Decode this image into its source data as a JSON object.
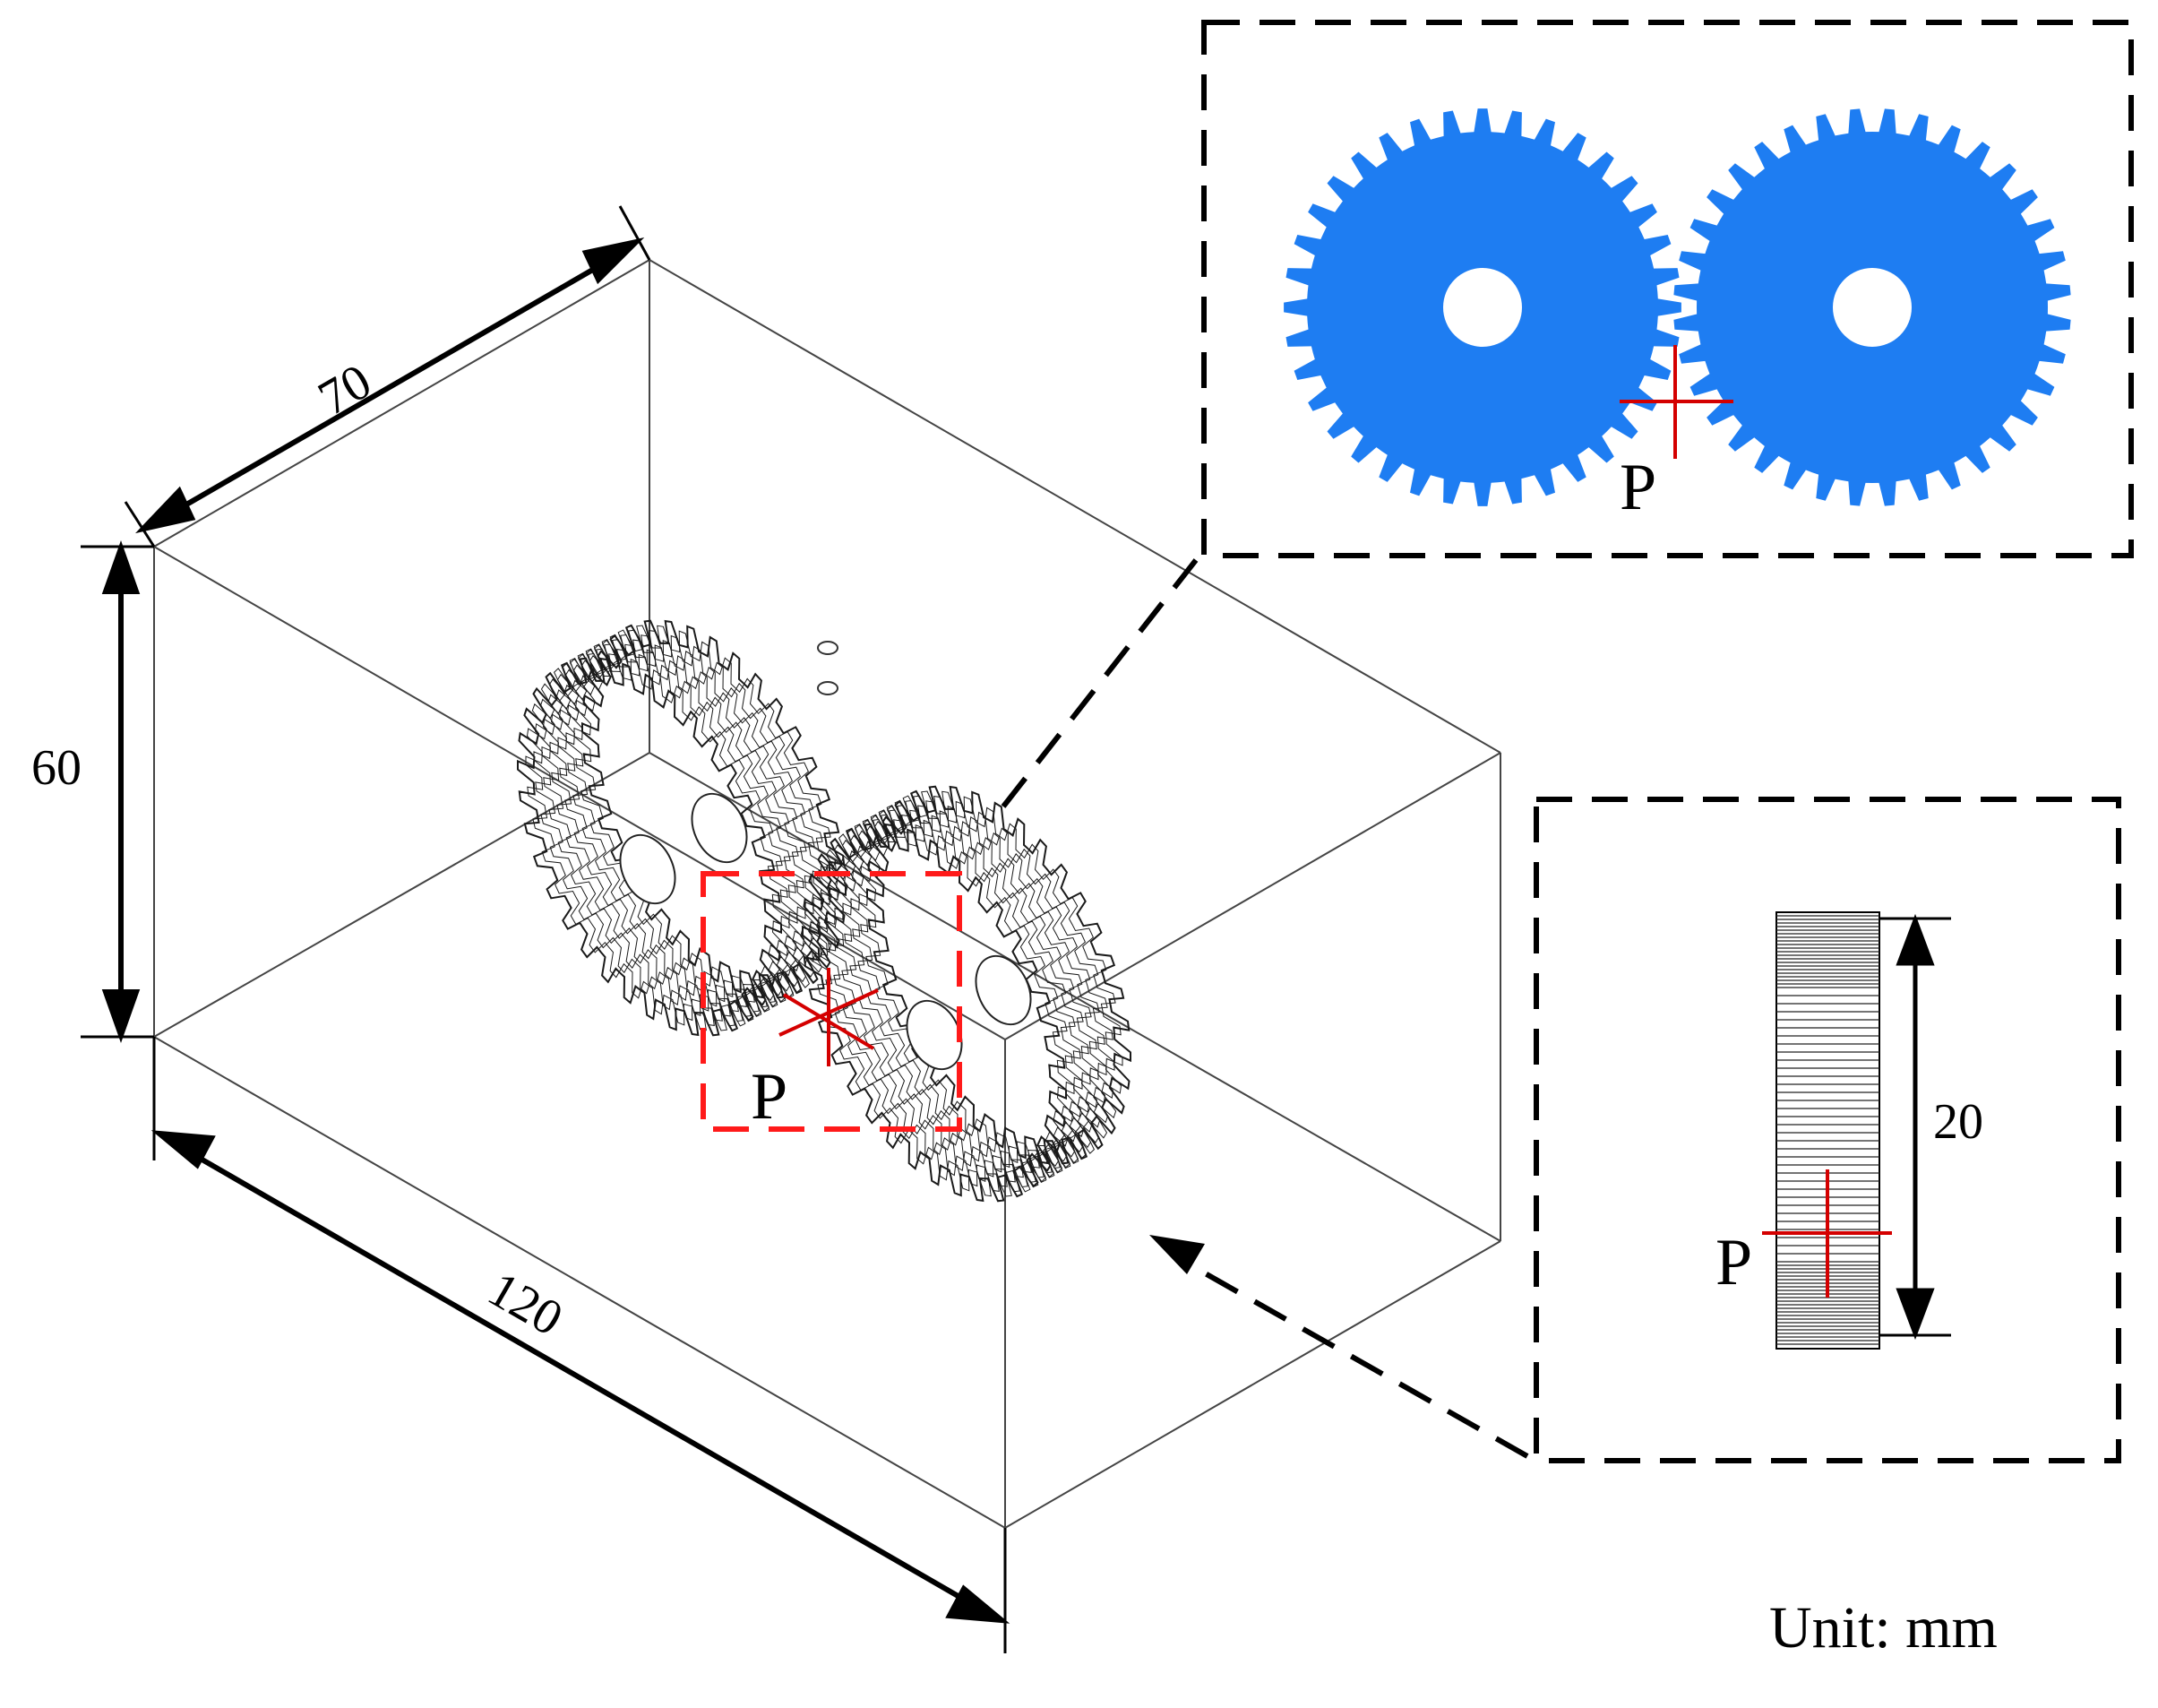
{
  "dimensions": {
    "depth": "70",
    "height": "60",
    "length": "120",
    "gear_width": "20"
  },
  "point_label": "P",
  "unit_label": "Unit: mm",
  "gears": {
    "teeth": 36
  },
  "colors": {
    "gear_fill": "#1e7df2",
    "marker_red": "#d40000",
    "zoom_red": "#ff1a1a",
    "outline": "#000000",
    "box_line": "#444444"
  }
}
